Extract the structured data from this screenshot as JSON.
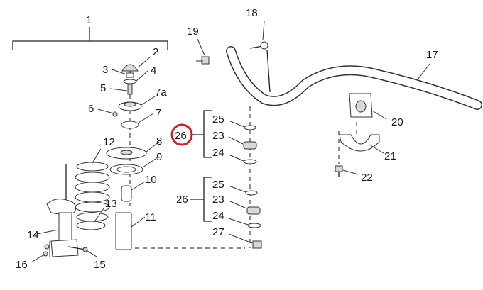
{
  "callouts": {
    "c1": "1",
    "c2": "2",
    "c3": "3",
    "c4": "4",
    "c5": "5",
    "c6": "6",
    "c7a": "7a",
    "c7": "7",
    "c8": "8",
    "c9": "9",
    "c10": "10",
    "c11": "11",
    "c12": "12",
    "c13": "13",
    "c14": "14",
    "c15": "15",
    "c16": "16",
    "c17": "17",
    "c18": "18",
    "c19": "19",
    "c20": "20",
    "c21": "21",
    "c22": "22",
    "c25a": "25",
    "c23a": "23",
    "c24a": "24",
    "c26a": "26",
    "c25b": "25",
    "c23b": "23",
    "c24b": "24",
    "c26b": "26",
    "c27": "27"
  },
  "highlight_color": "#c8222a"
}
